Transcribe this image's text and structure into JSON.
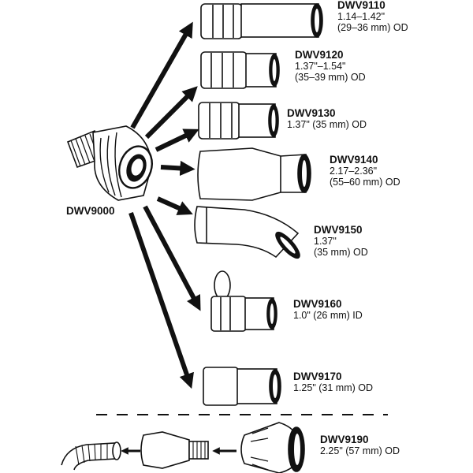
{
  "hub": {
    "code": "DWV9000"
  },
  "adapters": [
    {
      "code": "DWV9110",
      "spec": [
        "1.14–1.42\"",
        "(29–36 mm) OD"
      ]
    },
    {
      "code": "DWV9120",
      "spec": [
        "1.37\"–1.54\"",
        "(35–39 mm) OD"
      ]
    },
    {
      "code": "DWV9130",
      "spec": [
        "1.37\" (35 mm) OD"
      ]
    },
    {
      "code": "DWV9140",
      "spec": [
        "2.17–2.36\"",
        "(55–60 mm) OD"
      ]
    },
    {
      "code": "DWV9150",
      "spec": [
        "1.37\"",
        "(35 mm) OD"
      ]
    },
    {
      "code": "DWV9160",
      "spec": [
        "1.0\" (26 mm) ID"
      ]
    },
    {
      "code": "DWV9170",
      "spec": [
        "1.25\" (31 mm) OD"
      ]
    },
    {
      "code": "DWV9190",
      "spec": [
        "2.25\" (57 mm) OD"
      ]
    }
  ],
  "colors": {
    "line": "#111111",
    "fill": "#ffffff",
    "dark": "#111111"
  }
}
